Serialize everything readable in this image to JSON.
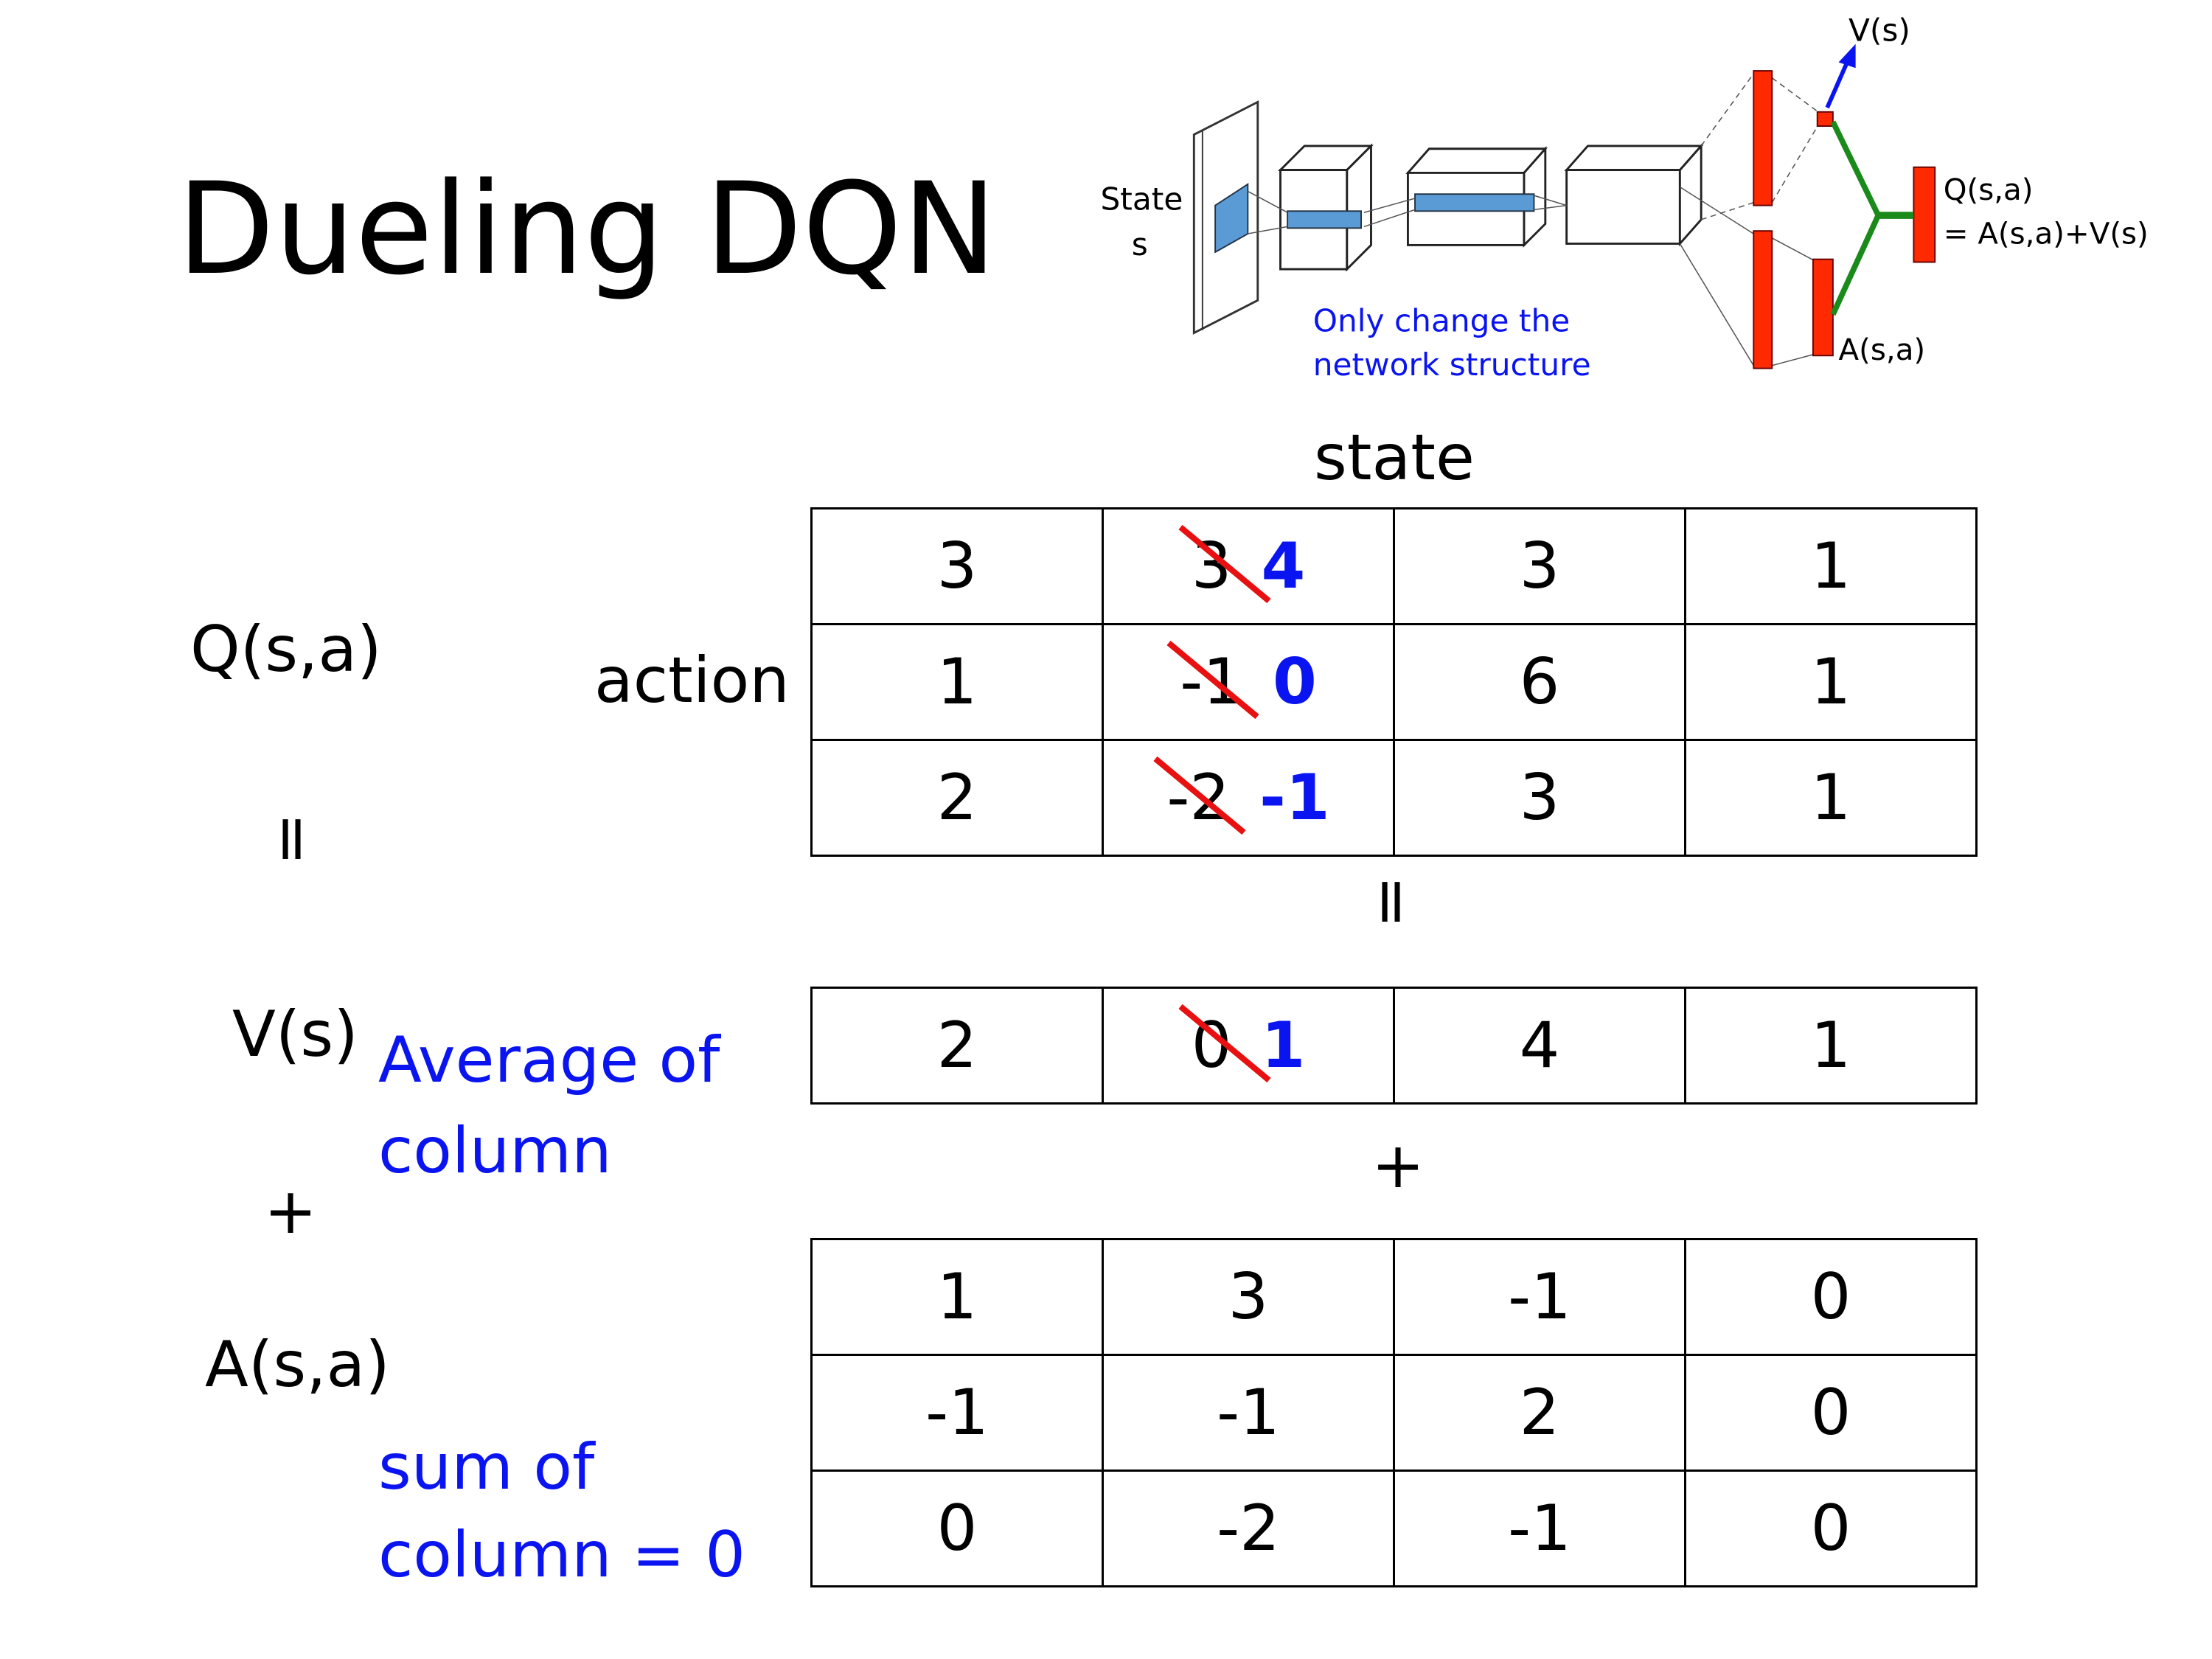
{
  "title": "Dueling DQN",
  "diagram": {
    "state_label": "State",
    "state_var": "s",
    "v_label": "V(s)",
    "q_label": "Q(s,a)",
    "q_formula": "= A(s,a)+V(s)",
    "a_label": "A(s,a)",
    "note_line1": "Only change the",
    "note_line2": "network structure",
    "colors": {
      "layer": "#ff2a00",
      "conv": "#5b9bd5",
      "value_arrow": "#0a14f0",
      "aggregate": "#1a8a1a"
    }
  },
  "labels": {
    "state": "state",
    "action": "action",
    "q": "Q(s,a)",
    "equals": "=",
    "v": "V(s)",
    "plus": "+",
    "a": "A(s,a)",
    "v_note_line1": "Average of",
    "v_note_line2": "column",
    "a_note_line1": "sum of",
    "a_note_line2": "column = 0"
  },
  "q_table": [
    [
      {
        "v": "3"
      },
      {
        "old": "3",
        "new": "4"
      },
      {
        "v": "3"
      },
      {
        "v": "1"
      }
    ],
    [
      {
        "v": "1"
      },
      {
        "old": "-1",
        "new": "0"
      },
      {
        "v": "6"
      },
      {
        "v": "1"
      }
    ],
    [
      {
        "v": "2"
      },
      {
        "old": "-2",
        "new": "-1"
      },
      {
        "v": "3"
      },
      {
        "v": "1"
      }
    ]
  ],
  "v_table": [
    [
      {
        "v": "2"
      },
      {
        "old": "0",
        "new": "1"
      },
      {
        "v": "4"
      },
      {
        "v": "1"
      }
    ]
  ],
  "a_table": [
    [
      {
        "v": "1"
      },
      {
        "v": "3"
      },
      {
        "v": "-1"
      },
      {
        "v": "0"
      }
    ],
    [
      {
        "v": "-1"
      },
      {
        "v": "-1"
      },
      {
        "v": "2"
      },
      {
        "v": "0"
      }
    ],
    [
      {
        "v": "0"
      },
      {
        "v": "-2"
      },
      {
        "v": "-1"
      },
      {
        "v": "0"
      }
    ]
  ],
  "colors": {
    "accent_blue": "#0a14f0",
    "strike_red": "#e81010"
  }
}
